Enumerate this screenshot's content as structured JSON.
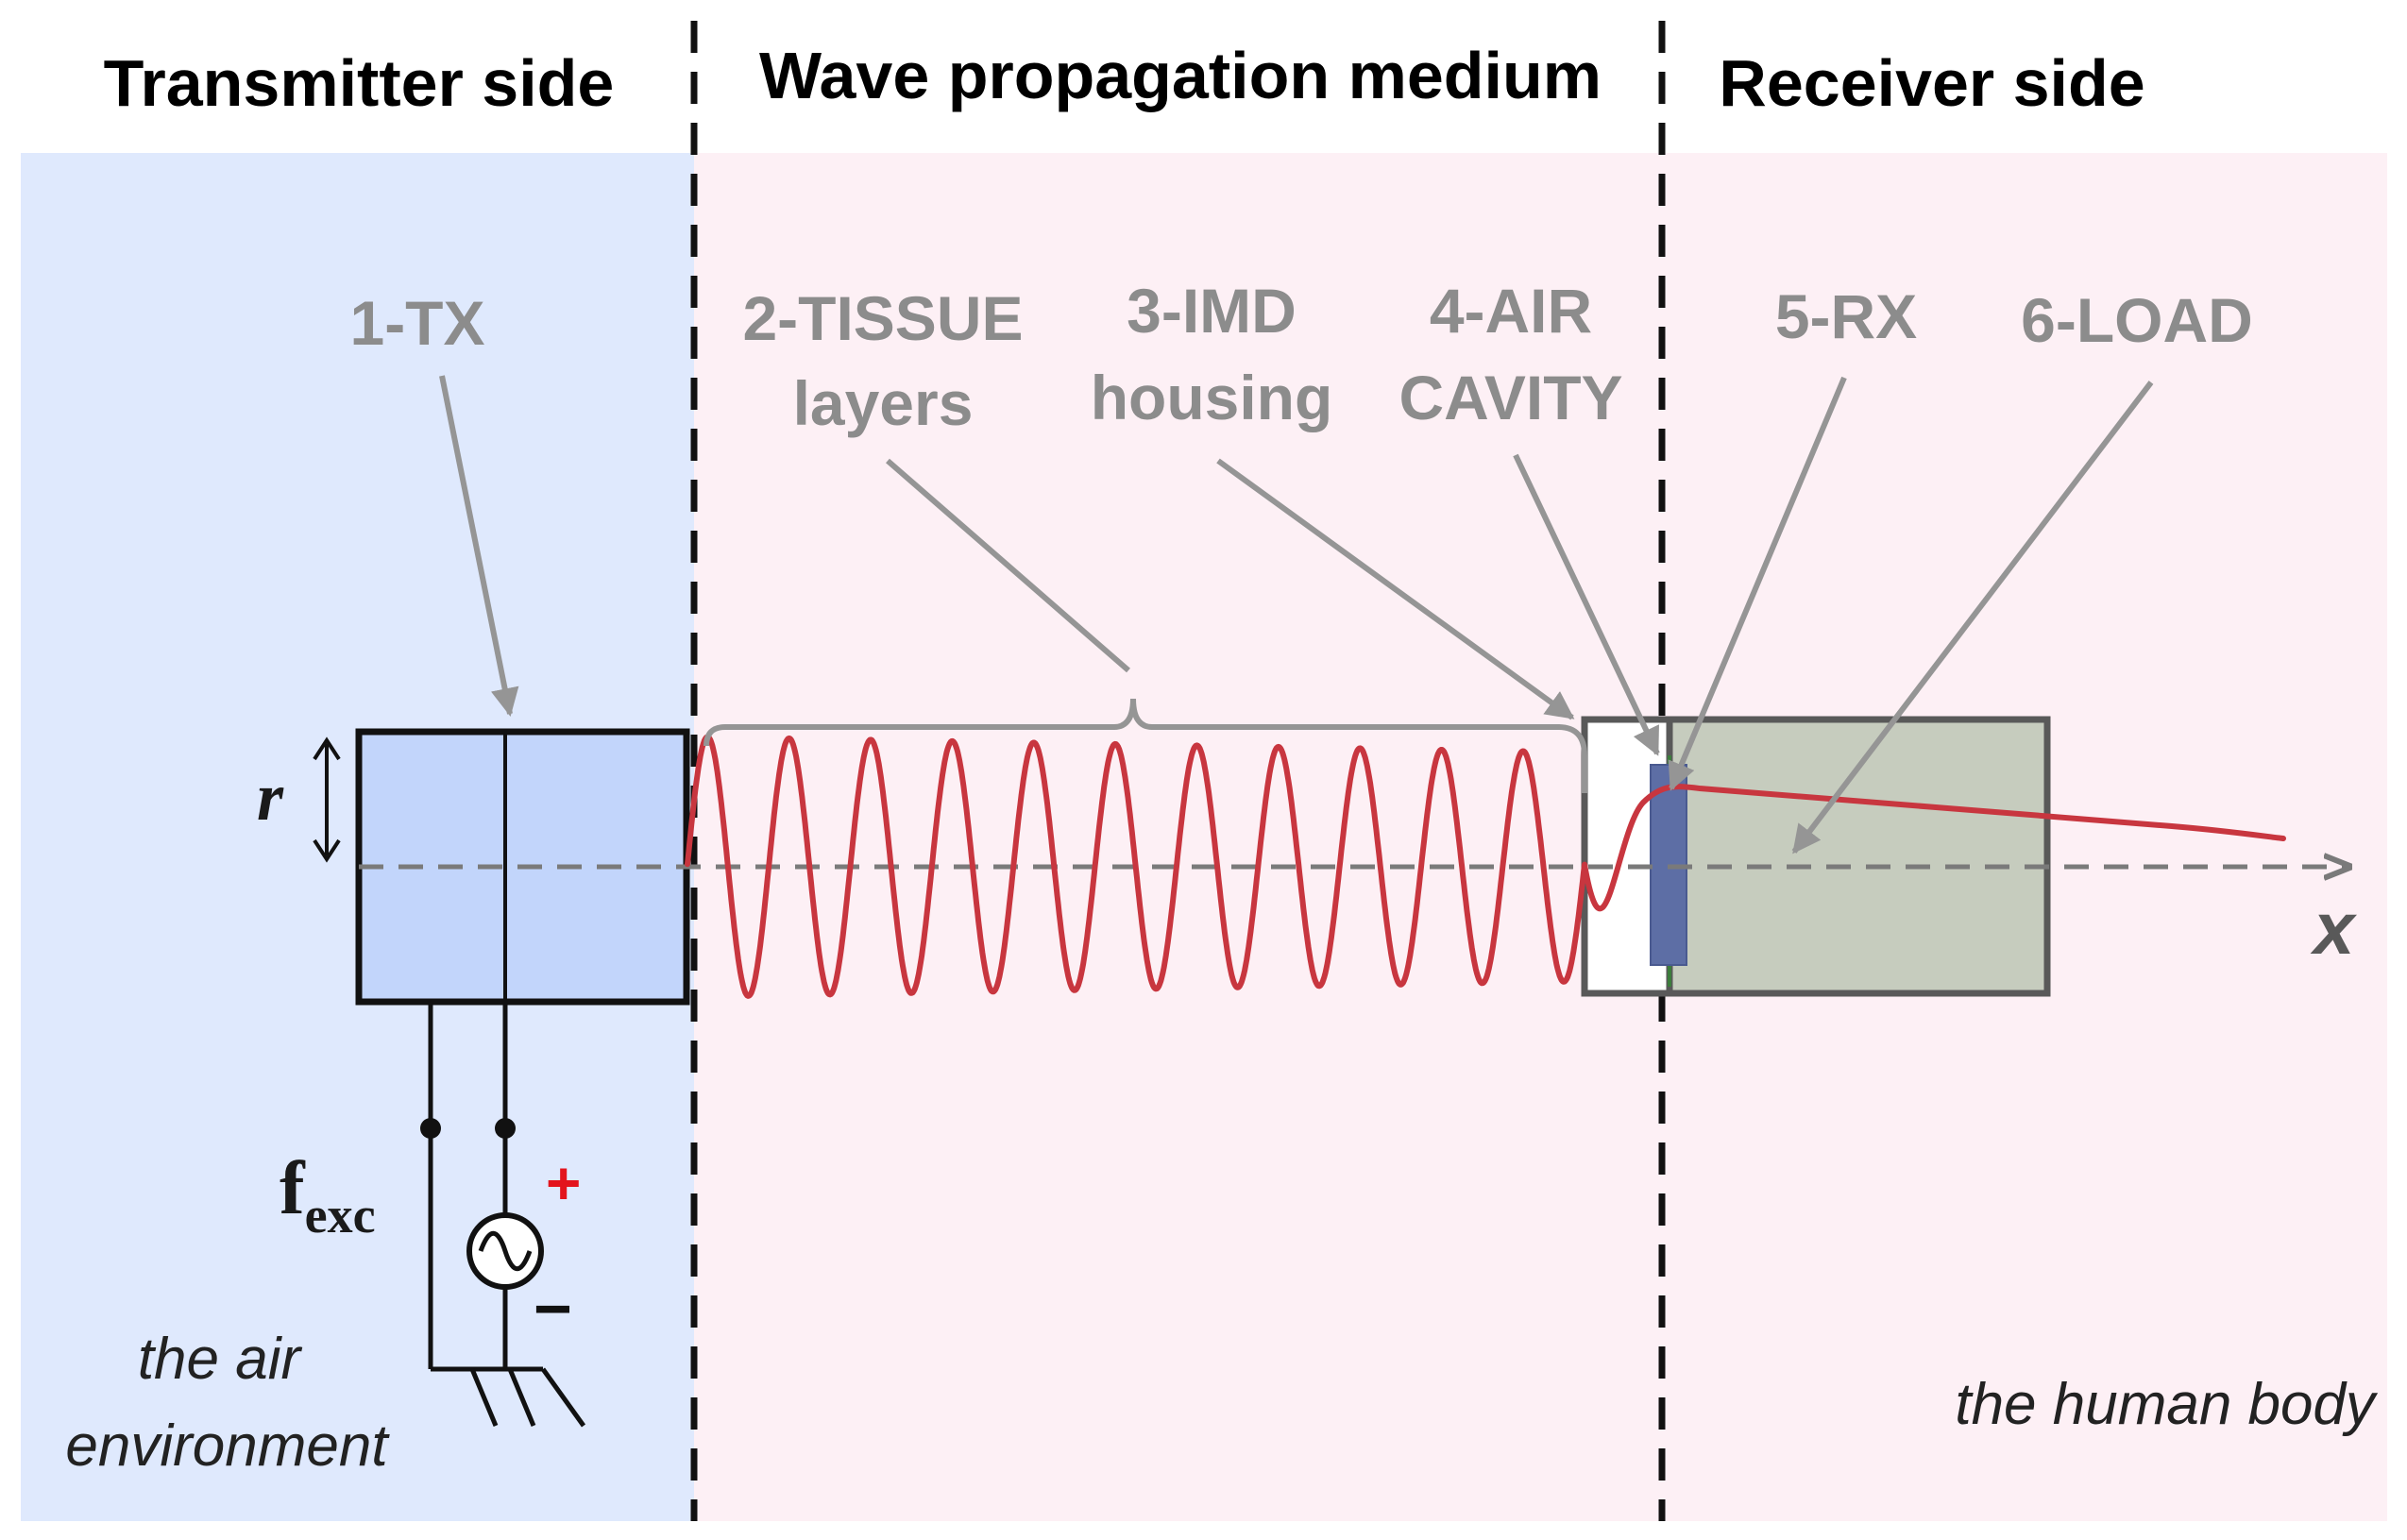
{
  "headers": {
    "transmitter": "Transmitter side",
    "medium": "Wave propagation medium",
    "receiver": "Receiver side"
  },
  "labels": {
    "tx": "1-TX",
    "tissue_line1": "2-TISSUE",
    "tissue_line2": "layers",
    "imd_line1": "3-IMD",
    "imd_line2": "housing",
    "air_line1": "4-AIR",
    "air_line2": "CAVITY",
    "rx": "5-RX",
    "load": "6-LOAD"
  },
  "symbols": {
    "radius": "r",
    "freq_main": "f",
    "freq_sub": "exc",
    "plus": "+",
    "minus": "−",
    "axis": "x"
  },
  "environments": {
    "air_line1": "the air",
    "air_line2": "environment",
    "body": "the human body"
  },
  "colors": {
    "transmitter_bg": "#dfe9fd",
    "medium_bg": "#fdf0f5",
    "tx_box": "#c2d5fb",
    "rx_box": "#c6ccbe",
    "wave": "#c8363f",
    "pointer": "#959595",
    "receiver_plate": "#5d6ea5"
  }
}
